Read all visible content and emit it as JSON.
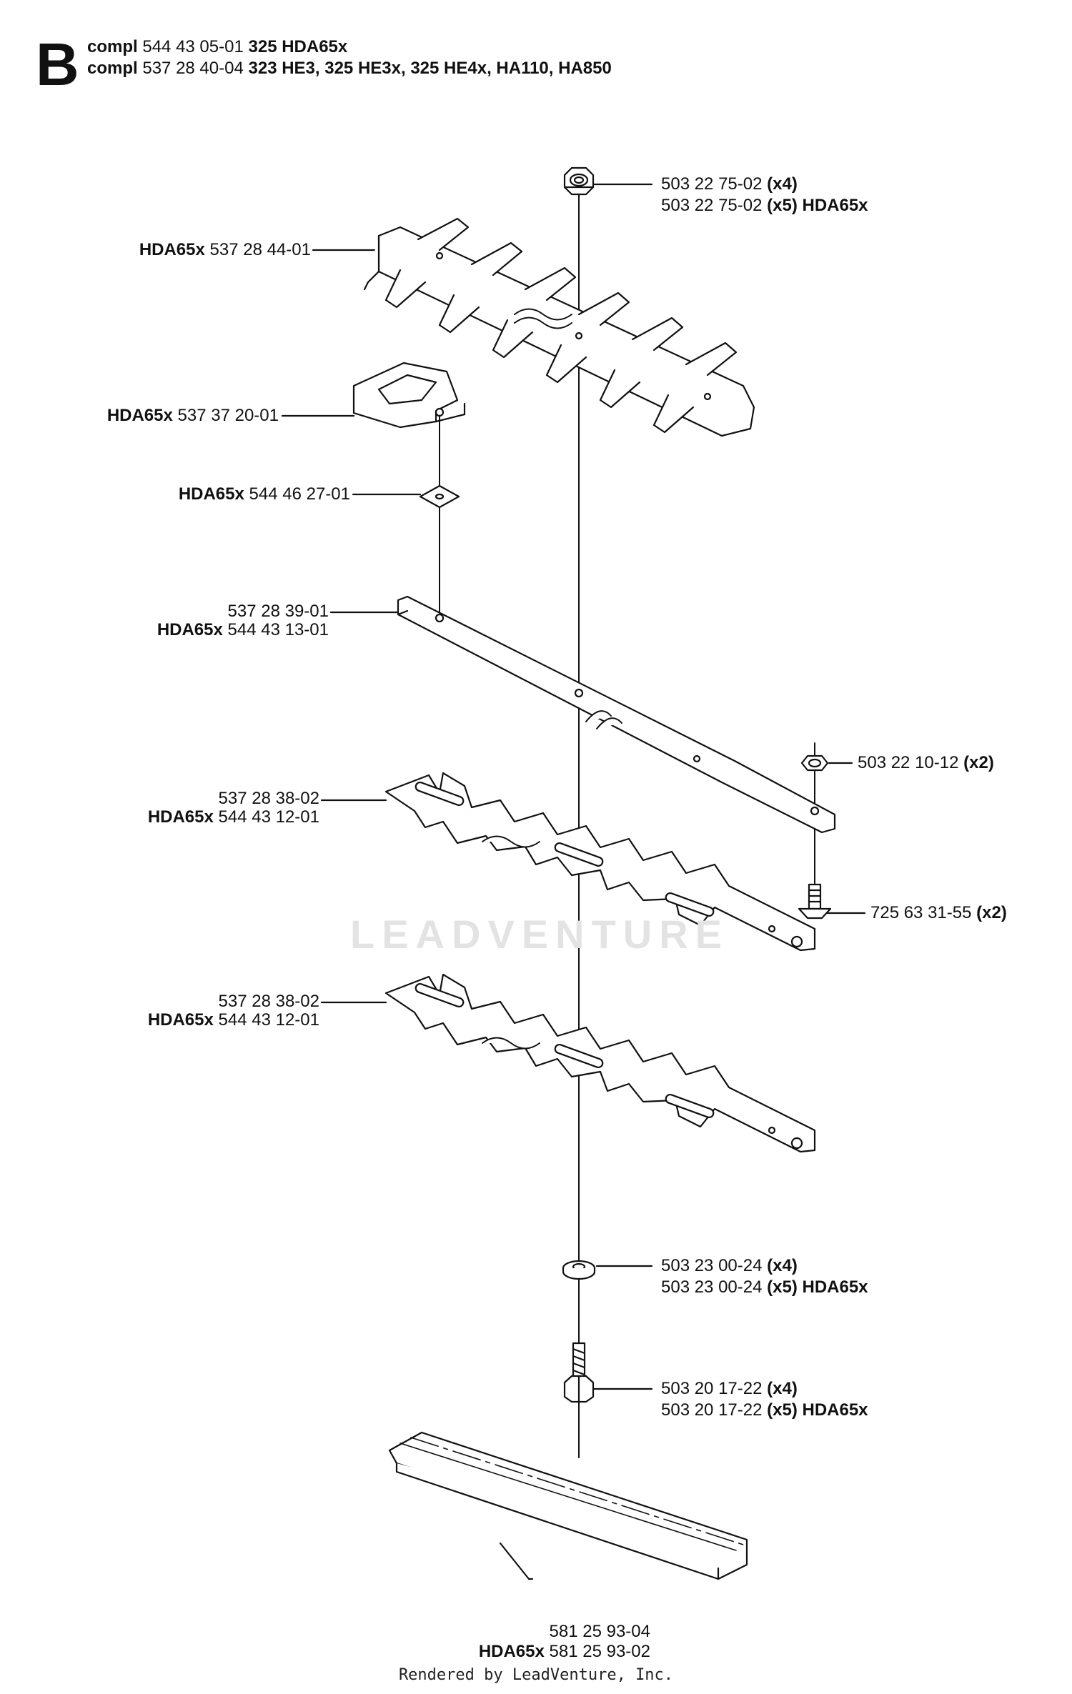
{
  "section": {
    "letter": "B"
  },
  "header": [
    {
      "prefix": "compl",
      "part": "544 43 05-01",
      "models": "325 HDA65x"
    },
    {
      "prefix": "compl",
      "part": "537 28 40-04",
      "models": "323 HE3, 325 HE3x, 325 HE4x, HA110, HA850"
    }
  ],
  "callouts": {
    "nut_top": {
      "l1_part": "503 22 75-02",
      "l1_qty": "(x4)",
      "l2_part": "503 22 75-02",
      "l2_qty": "(x5) HDA65x"
    },
    "upper_blade": {
      "model": "HDA65x",
      "part": "537 28 44-01"
    },
    "guide": {
      "model": "HDA65x",
      "part": "537 37 20-01"
    },
    "washer_small": {
      "model": "HDA65x",
      "part": "544 46 27-01"
    },
    "bar": {
      "l1_part": "537 28 39-01",
      "l2_model": "HDA65x",
      "l2_part": "544 43 13-01"
    },
    "nut_small": {
      "part": "503 22 10-12",
      "qty": "(x2)"
    },
    "blade_1": {
      "l1_part": "537 28 38-02",
      "l2_model": "HDA65x",
      "l2_part": "544 43 12-01"
    },
    "screw": {
      "part": "725 63 31-55",
      "qty": "(x2)"
    },
    "blade_2": {
      "l1_part": "537 28 38-02",
      "l2_model": "HDA65x",
      "l2_part": "544 43 12-01"
    },
    "washer_bottom": {
      "l1_part": "503 23 00-24",
      "l1_qty": "(x4)",
      "l2_part": "503 23 00-24",
      "l2_qty": "(x5) HDA65x"
    },
    "bolt": {
      "l1_part": "503 20 17-22",
      "l1_qty": "(x4)",
      "l2_part": "503 20 17-22",
      "l2_qty": "(x5) HDA65x"
    },
    "guard": {
      "l1_part": "581 25 93-04",
      "l2_model": "HDA65x",
      "l2_part": "581 25 93-02"
    }
  },
  "watermark": "LEADVENTURE",
  "footer": "Rendered by LeadVenture, Inc."
}
